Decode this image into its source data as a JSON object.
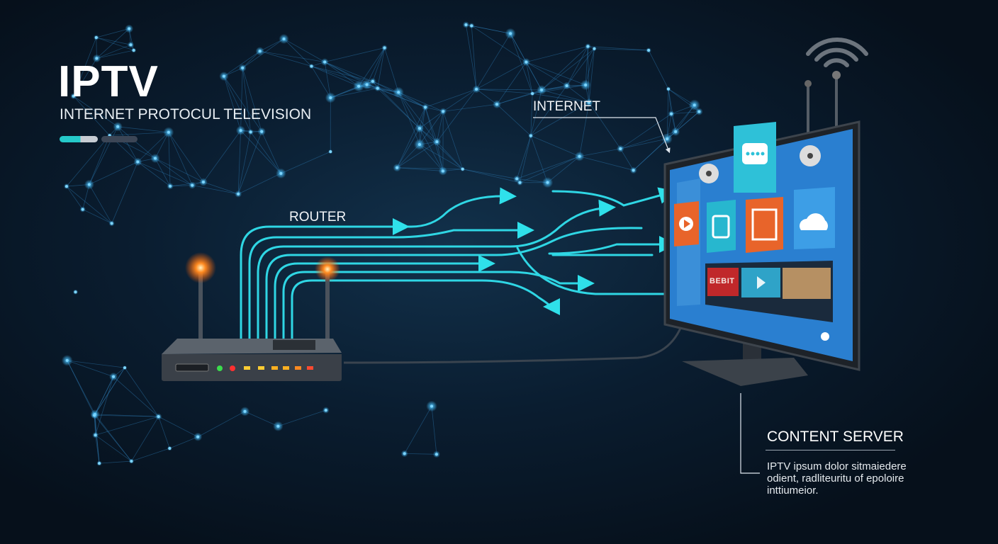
{
  "header": {
    "title": "IPTV",
    "subtitle": "INTERNET PROTOCUL TELEVISION"
  },
  "labels": {
    "internet": "INTERNET",
    "router": "ROUTER",
    "content_server": "CONTENT SERVER"
  },
  "content_server_text": [
    "IPTV ipsum dolor sitmaiedere",
    "odient, radliteuritu of epoloire",
    "inttiumeior."
  ],
  "tv_screen": {
    "thumbnail_text": "BEBIT"
  },
  "colors": {
    "accent": "#25d3e0",
    "orange": "#e8642a",
    "teal": "#27b7cf",
    "screen": "#2a7fd0"
  }
}
